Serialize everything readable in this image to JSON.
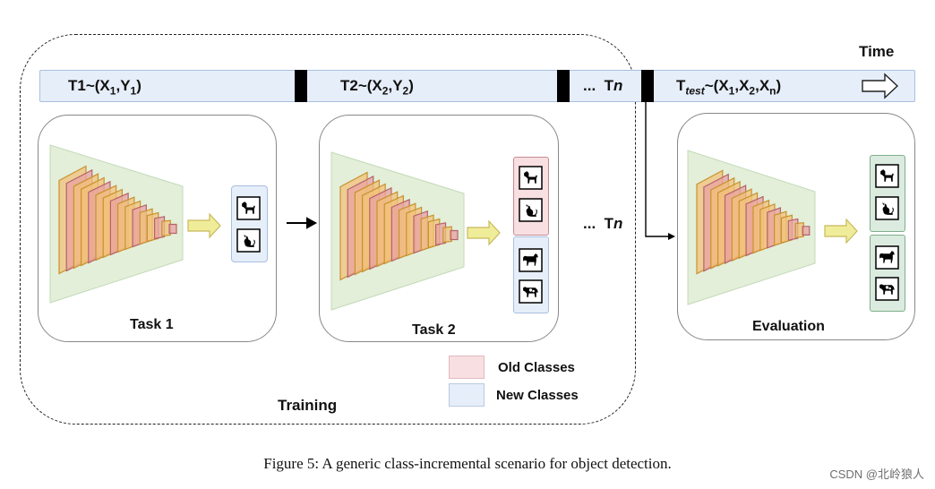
{
  "timeline": {
    "time_label": "Time",
    "t1": {
      "base": "T1~(X",
      "sub1": "1",
      "mid": ",Y",
      "sub2": "1",
      "end": ")"
    },
    "t2": {
      "base": "T2~(X",
      "sub1": "2",
      "mid": ",Y",
      "sub2": "2",
      "end": ")"
    },
    "ellipsis": "...",
    "tn": "T",
    "tn_italic": "n",
    "ttest": {
      "base": "T",
      "sub_italic": "test",
      "mid": "~(X",
      "sub1": "1",
      "c1": ",X",
      "sub2": "2",
      "c2": ",X",
      "sub3": "n",
      "end": ")"
    }
  },
  "tasks": {
    "task1": "Task 1",
    "task2": "Task 2",
    "evaluation": "Evaluation",
    "mid_ellipsis": "...",
    "mid_tn": "T",
    "mid_tn_italic": "n"
  },
  "training_label": "Training",
  "legend": {
    "old": "Old Classes",
    "new": "New Classes",
    "old_color": "#f8dfe2",
    "new_color": "#e6eef9"
  },
  "colors": {
    "old_border": "#c58a93",
    "new_border": "#a9bfe0",
    "eval_fill": "#dcebe0",
    "eval_border": "#7fae8c",
    "layer_orange": "#f2c27a",
    "layer_pink": "#e8a2a2",
    "trapezoid": "#e3efd9",
    "arrow": "#f0ed9a"
  },
  "icons": [
    "dog-icon",
    "cat-icon",
    "horse-icon",
    "cow-icon"
  ],
  "figure_caption": "Figure 5: A generic class-incremental scenario for object detection.",
  "watermark": "CSDN @北岭狼人"
}
